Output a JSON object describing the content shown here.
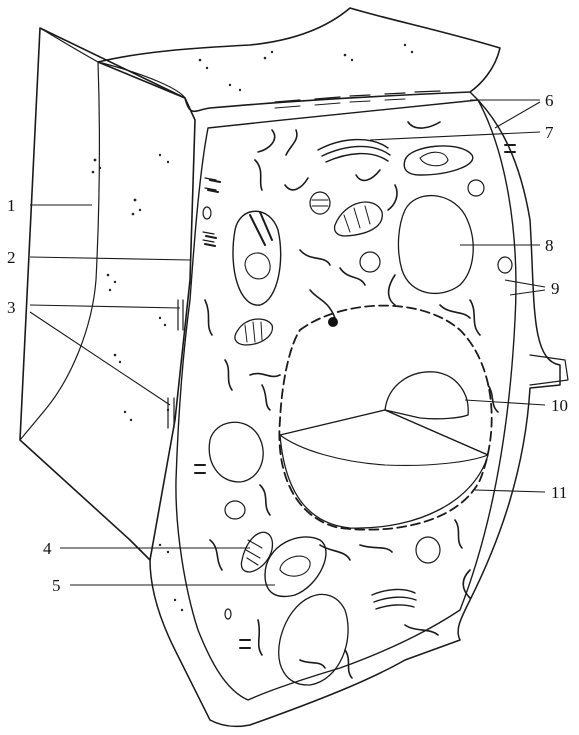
{
  "diagram": {
    "labels": [
      "1",
      "2",
      "3",
      "4",
      "5",
      "6",
      "7",
      "8",
      "9",
      "10",
      "11"
    ]
  },
  "colors": {
    "ink": "#1a1a1a",
    "background": "#ffffff",
    "stipple": "#3a3a3a"
  }
}
